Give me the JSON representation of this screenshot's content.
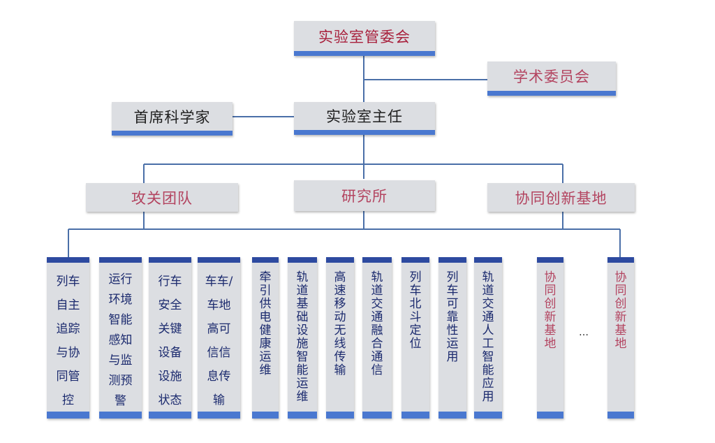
{
  "top": {
    "committee": "实验室管委会",
    "academic": "学术委员会",
    "director": "实验室主任",
    "chief": "首席科学家"
  },
  "level2": [
    "攻关团队",
    "研究所",
    "协同创新基地"
  ],
  "teams": [
    [
      "列车",
      "自主",
      "追踪",
      "与协",
      "同管",
      "控"
    ],
    [
      "运行",
      "环境",
      "智能",
      "感知",
      "与监",
      "测预",
      "警"
    ],
    [
      "行车",
      "安全",
      "关键",
      "设备",
      "设施",
      "状态"
    ],
    [
      "车车/",
      "车地",
      "高可",
      "信信",
      "息传",
      "输"
    ]
  ],
  "institutes": [
    "牵引供电健康运维",
    "轨道基础设施智能运维",
    "高速移动无线传输",
    "轨道交通融合通信",
    "列车北斗定位",
    "列车可靠性运用",
    "轨道交通人工智能应用"
  ],
  "bases": [
    "协同创新基地",
    "协同创新基地"
  ],
  "ellipsis": "…",
  "colors": {
    "line": "#4a6fa8",
    "bar": "#4a78d0",
    "box": "#dcdee2"
  }
}
